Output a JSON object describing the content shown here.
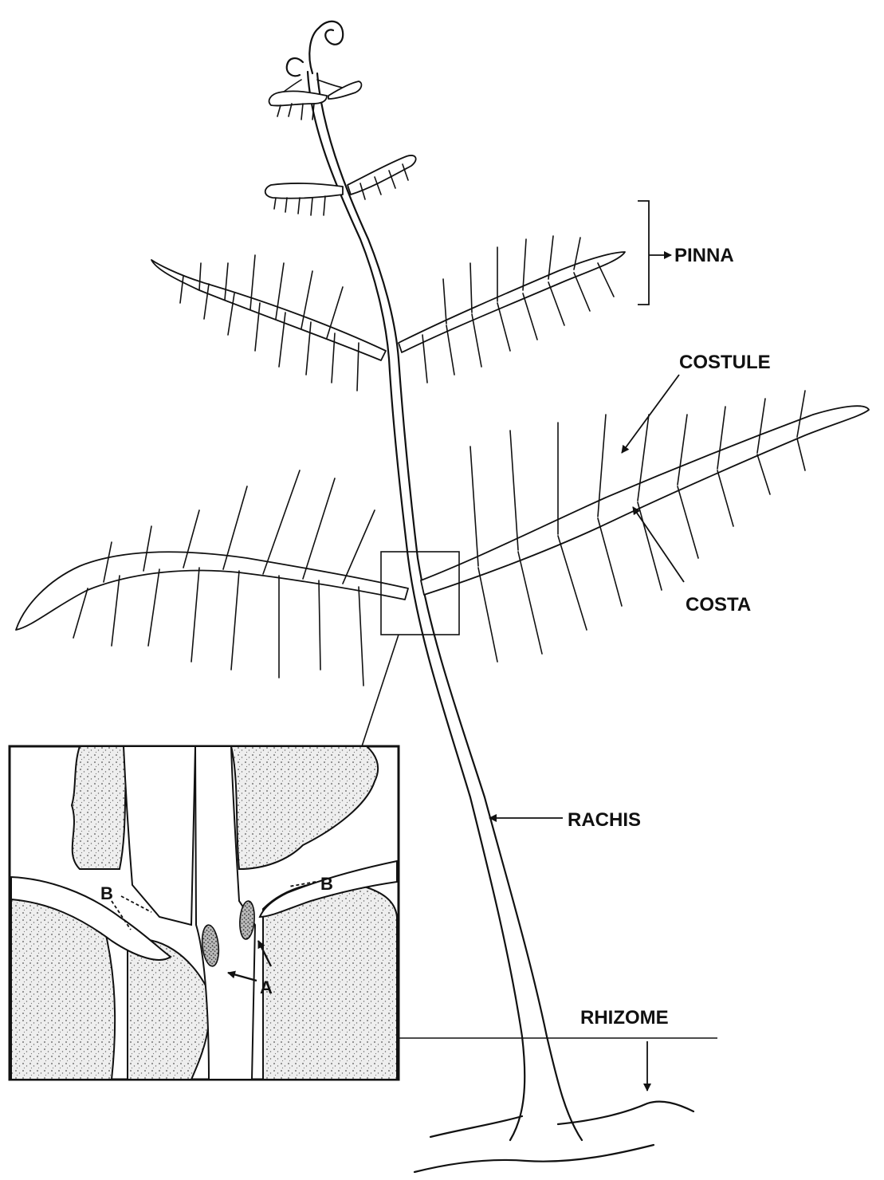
{
  "labels": {
    "pinna": "PINNA",
    "costule": "COSTULE",
    "costa": "COSTA",
    "rachis": "RACHIS",
    "rhizome": "RHIZOME",
    "inset_a": "A",
    "inset_b_left": "B",
    "inset_b_right": "B"
  },
  "colors": {
    "ink": "#111111",
    "paper": "#ffffff",
    "stipple": "#555555"
  }
}
